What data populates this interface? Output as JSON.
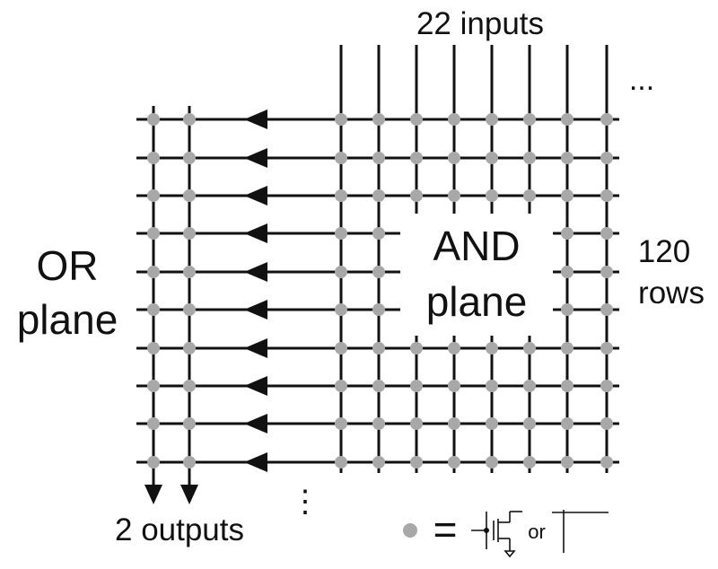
{
  "labels": {
    "inputs": "22 inputs",
    "outputs": "2 outputs",
    "or_plane_line1": "OR",
    "or_plane_line2": "plane",
    "and_plane_line1": "AND",
    "and_plane_line2": "plane",
    "rows_line1": "120",
    "rows_line2": "rows",
    "ellipsis_top": "...",
    "ellipsis_bottom": "⋮",
    "legend_equals": "=",
    "legend_or": "or"
  },
  "grid": {
    "rows": 10,
    "input_columns": 8,
    "output_columns": 2
  },
  "colors": {
    "line": "#111111",
    "node": "#a8a8a8",
    "background": "#ffffff"
  },
  "icons": {
    "node": "gray-node-dot",
    "arrow": "triangle-arrow-left",
    "output_arrow": "triangle-arrow-down",
    "transistor": "transistor-symbol",
    "wire_cross": "wire-junction-symbol"
  }
}
